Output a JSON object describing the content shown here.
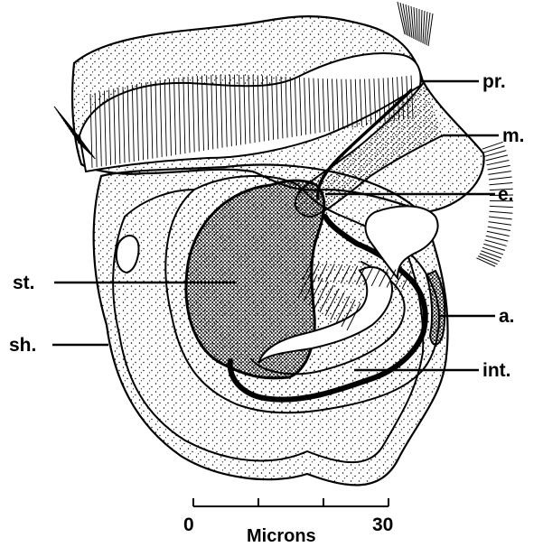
{
  "labels": {
    "pr": "pr.",
    "m": "m.",
    "e": "e.",
    "st": "st.",
    "sh": "sh.",
    "a": "a.",
    "int": "int."
  },
  "scale_bar": {
    "min": "0",
    "max": "30",
    "unit": "Microns"
  }
}
